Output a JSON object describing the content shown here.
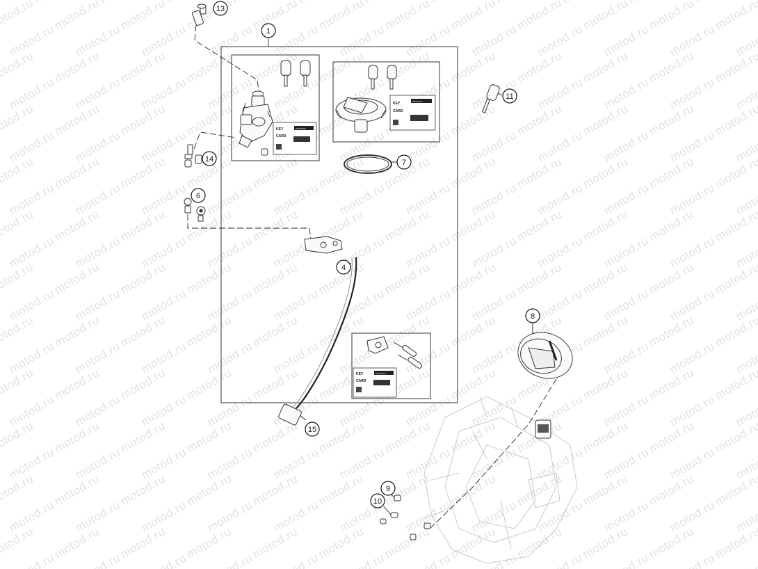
{
  "diagram": {
    "watermark": "motod.ru",
    "callouts": [
      {
        "id": "c1",
        "label": "1"
      },
      {
        "id": "c4",
        "label": "4"
      },
      {
        "id": "c6",
        "label": "6"
      },
      {
        "id": "c7",
        "label": "7"
      },
      {
        "id": "c8",
        "label": "8"
      },
      {
        "id": "c9",
        "label": "9"
      },
      {
        "id": "c10",
        "label": "10"
      },
      {
        "id": "c11",
        "label": "11"
      },
      {
        "id": "c13",
        "label": "13"
      },
      {
        "id": "c14",
        "label": "14"
      },
      {
        "id": "c15",
        "label": "15"
      }
    ],
    "key_cards": [
      {
        "line1": "KEY",
        "line2": "CARD",
        "brand": "Husqvarna"
      },
      {
        "line1": "KEY",
        "line2": "CARD",
        "brand": "Husqvarna"
      },
      {
        "line1": "KEY",
        "line2": "CARD",
        "brand": "Husqvarna"
      }
    ]
  }
}
